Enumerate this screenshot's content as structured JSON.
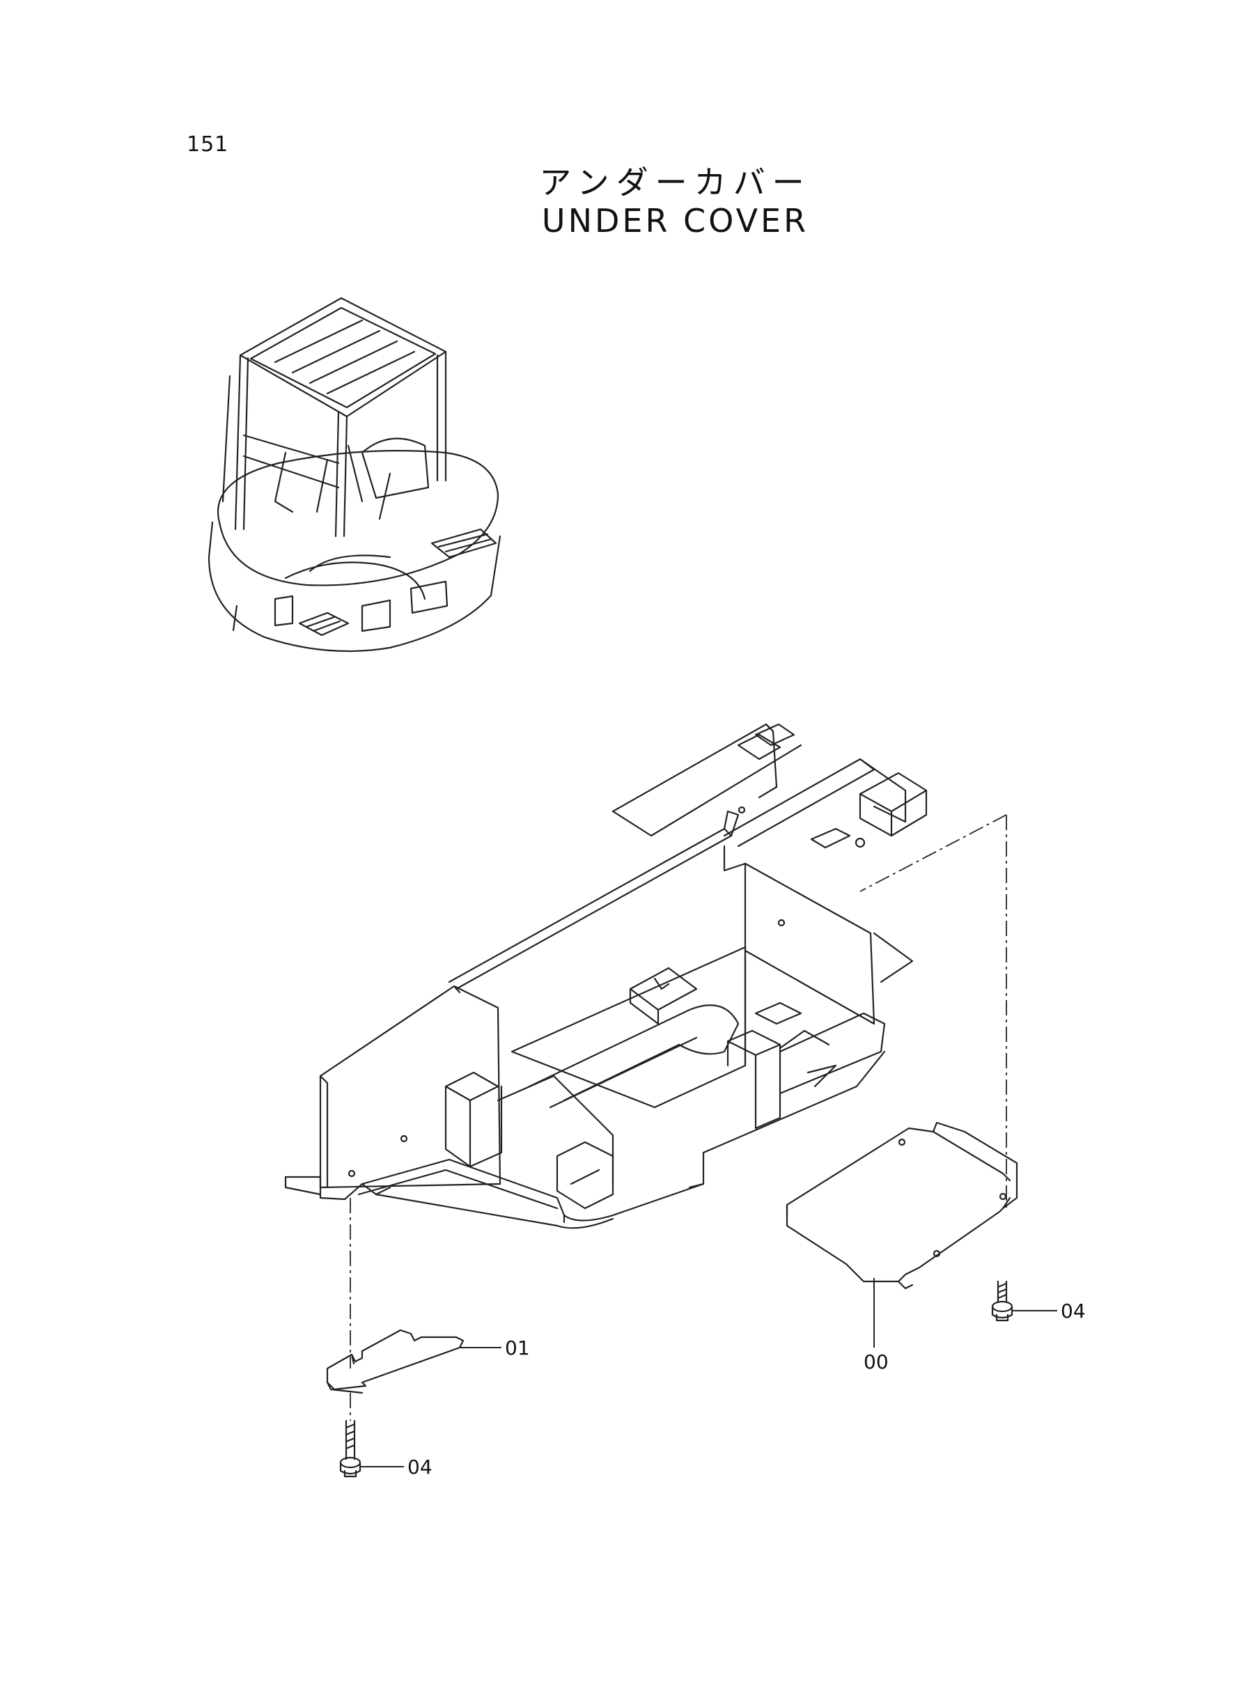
{
  "page": {
    "number": "151"
  },
  "title": {
    "japanese": "アンダーカバー",
    "english": "UNDER COVER"
  },
  "callouts": [
    {
      "id": "cover-left",
      "label": "01"
    },
    {
      "id": "bolt-left",
      "label": "04"
    },
    {
      "id": "cover-right",
      "label": "00"
    },
    {
      "id": "bolt-right",
      "label": "04"
    }
  ],
  "colors": {
    "line": "#222222",
    "background": "#ffffff"
  }
}
